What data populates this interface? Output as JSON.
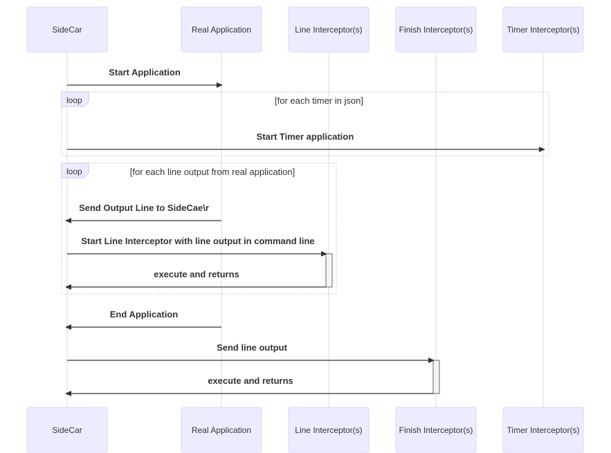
{
  "actors": [
    {
      "id": "sidecar",
      "label": "SideCar"
    },
    {
      "id": "real",
      "label": "Real Application"
    },
    {
      "id": "line",
      "label": "Line Interceptor(s)"
    },
    {
      "id": "finish",
      "label": "Finish Interceptor(s)"
    },
    {
      "id": "timer",
      "label": "Timer Interceptor(s)"
    }
  ],
  "loops": [
    {
      "label": "loop",
      "condition": "[for each timer in json]"
    },
    {
      "label": "loop",
      "condition": "[for each line output from real application]"
    }
  ],
  "messages": [
    {
      "from": "sidecar",
      "to": "real",
      "label": "Start Application"
    },
    {
      "from": "sidecar",
      "to": "timer",
      "label": "Start Timer application"
    },
    {
      "from": "real",
      "to": "sidecar",
      "label": "Send Output Line to SideCae\\r"
    },
    {
      "from": "sidecar",
      "to": "line",
      "label": "Start Line Interceptor with line output in command line"
    },
    {
      "from": "line",
      "to": "sidecar",
      "label": "execute and returns"
    },
    {
      "from": "real",
      "to": "sidecar",
      "label": "End Application"
    },
    {
      "from": "sidecar",
      "to": "finish",
      "label": "Send line output"
    },
    {
      "from": "finish",
      "to": "sidecar",
      "label": "execute and returns"
    }
  ]
}
